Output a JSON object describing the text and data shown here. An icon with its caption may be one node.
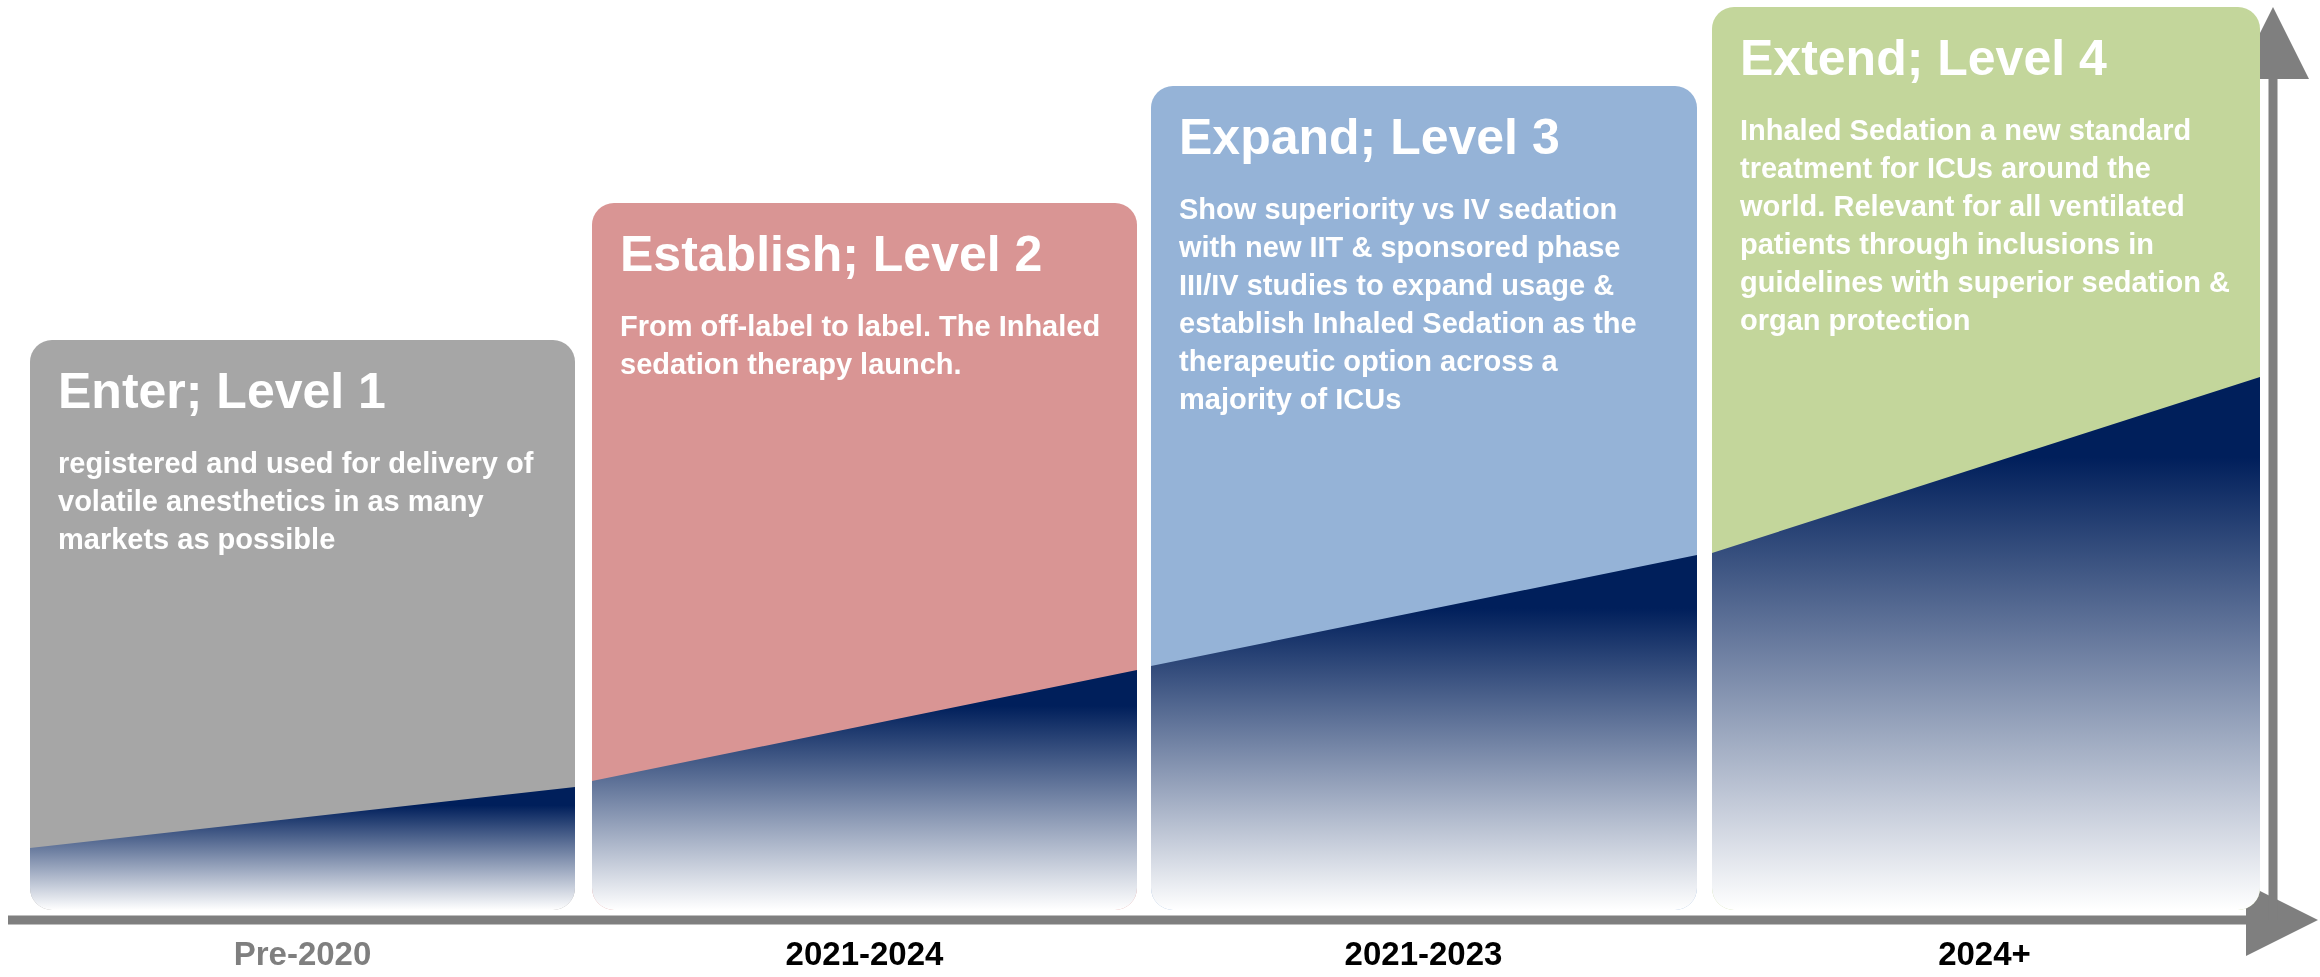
{
  "diagram": {
    "nodes": [
      {
        "text": [
          "Enter; Level 1",
          "registered and used for delivery of volatile anesthetics in as many markets as possible"
        ],
        "beside": [
          "Pre-2020"
        ]
      },
      {
        "text": [
          "Establish; Level 2",
          "From off-label to label. The Inhaled sedation therapy launch."
        ],
        "beside": [
          "2021-2024"
        ]
      },
      {
        "text": [
          "Expand; Level 3",
          "Show superiority vs IV sedation with new IIT & sponsored phase III/IV studies to expand usage & establish Inhaled Sedation as the therapeutic option across a majority of ICUs"
        ],
        "beside": [
          "2021-2023"
        ]
      },
      {
        "text": [
          "Extend; Level 4",
          "Inhaled Sedation a new standard treatment for ICUs around the world. Relevant for all ventilated patients through inclusions in guidelines with superior sedation & organ protection"
        ],
        "beside": [
          "2024+"
        ]
      }
    ],
    "edges": []
  }
}
